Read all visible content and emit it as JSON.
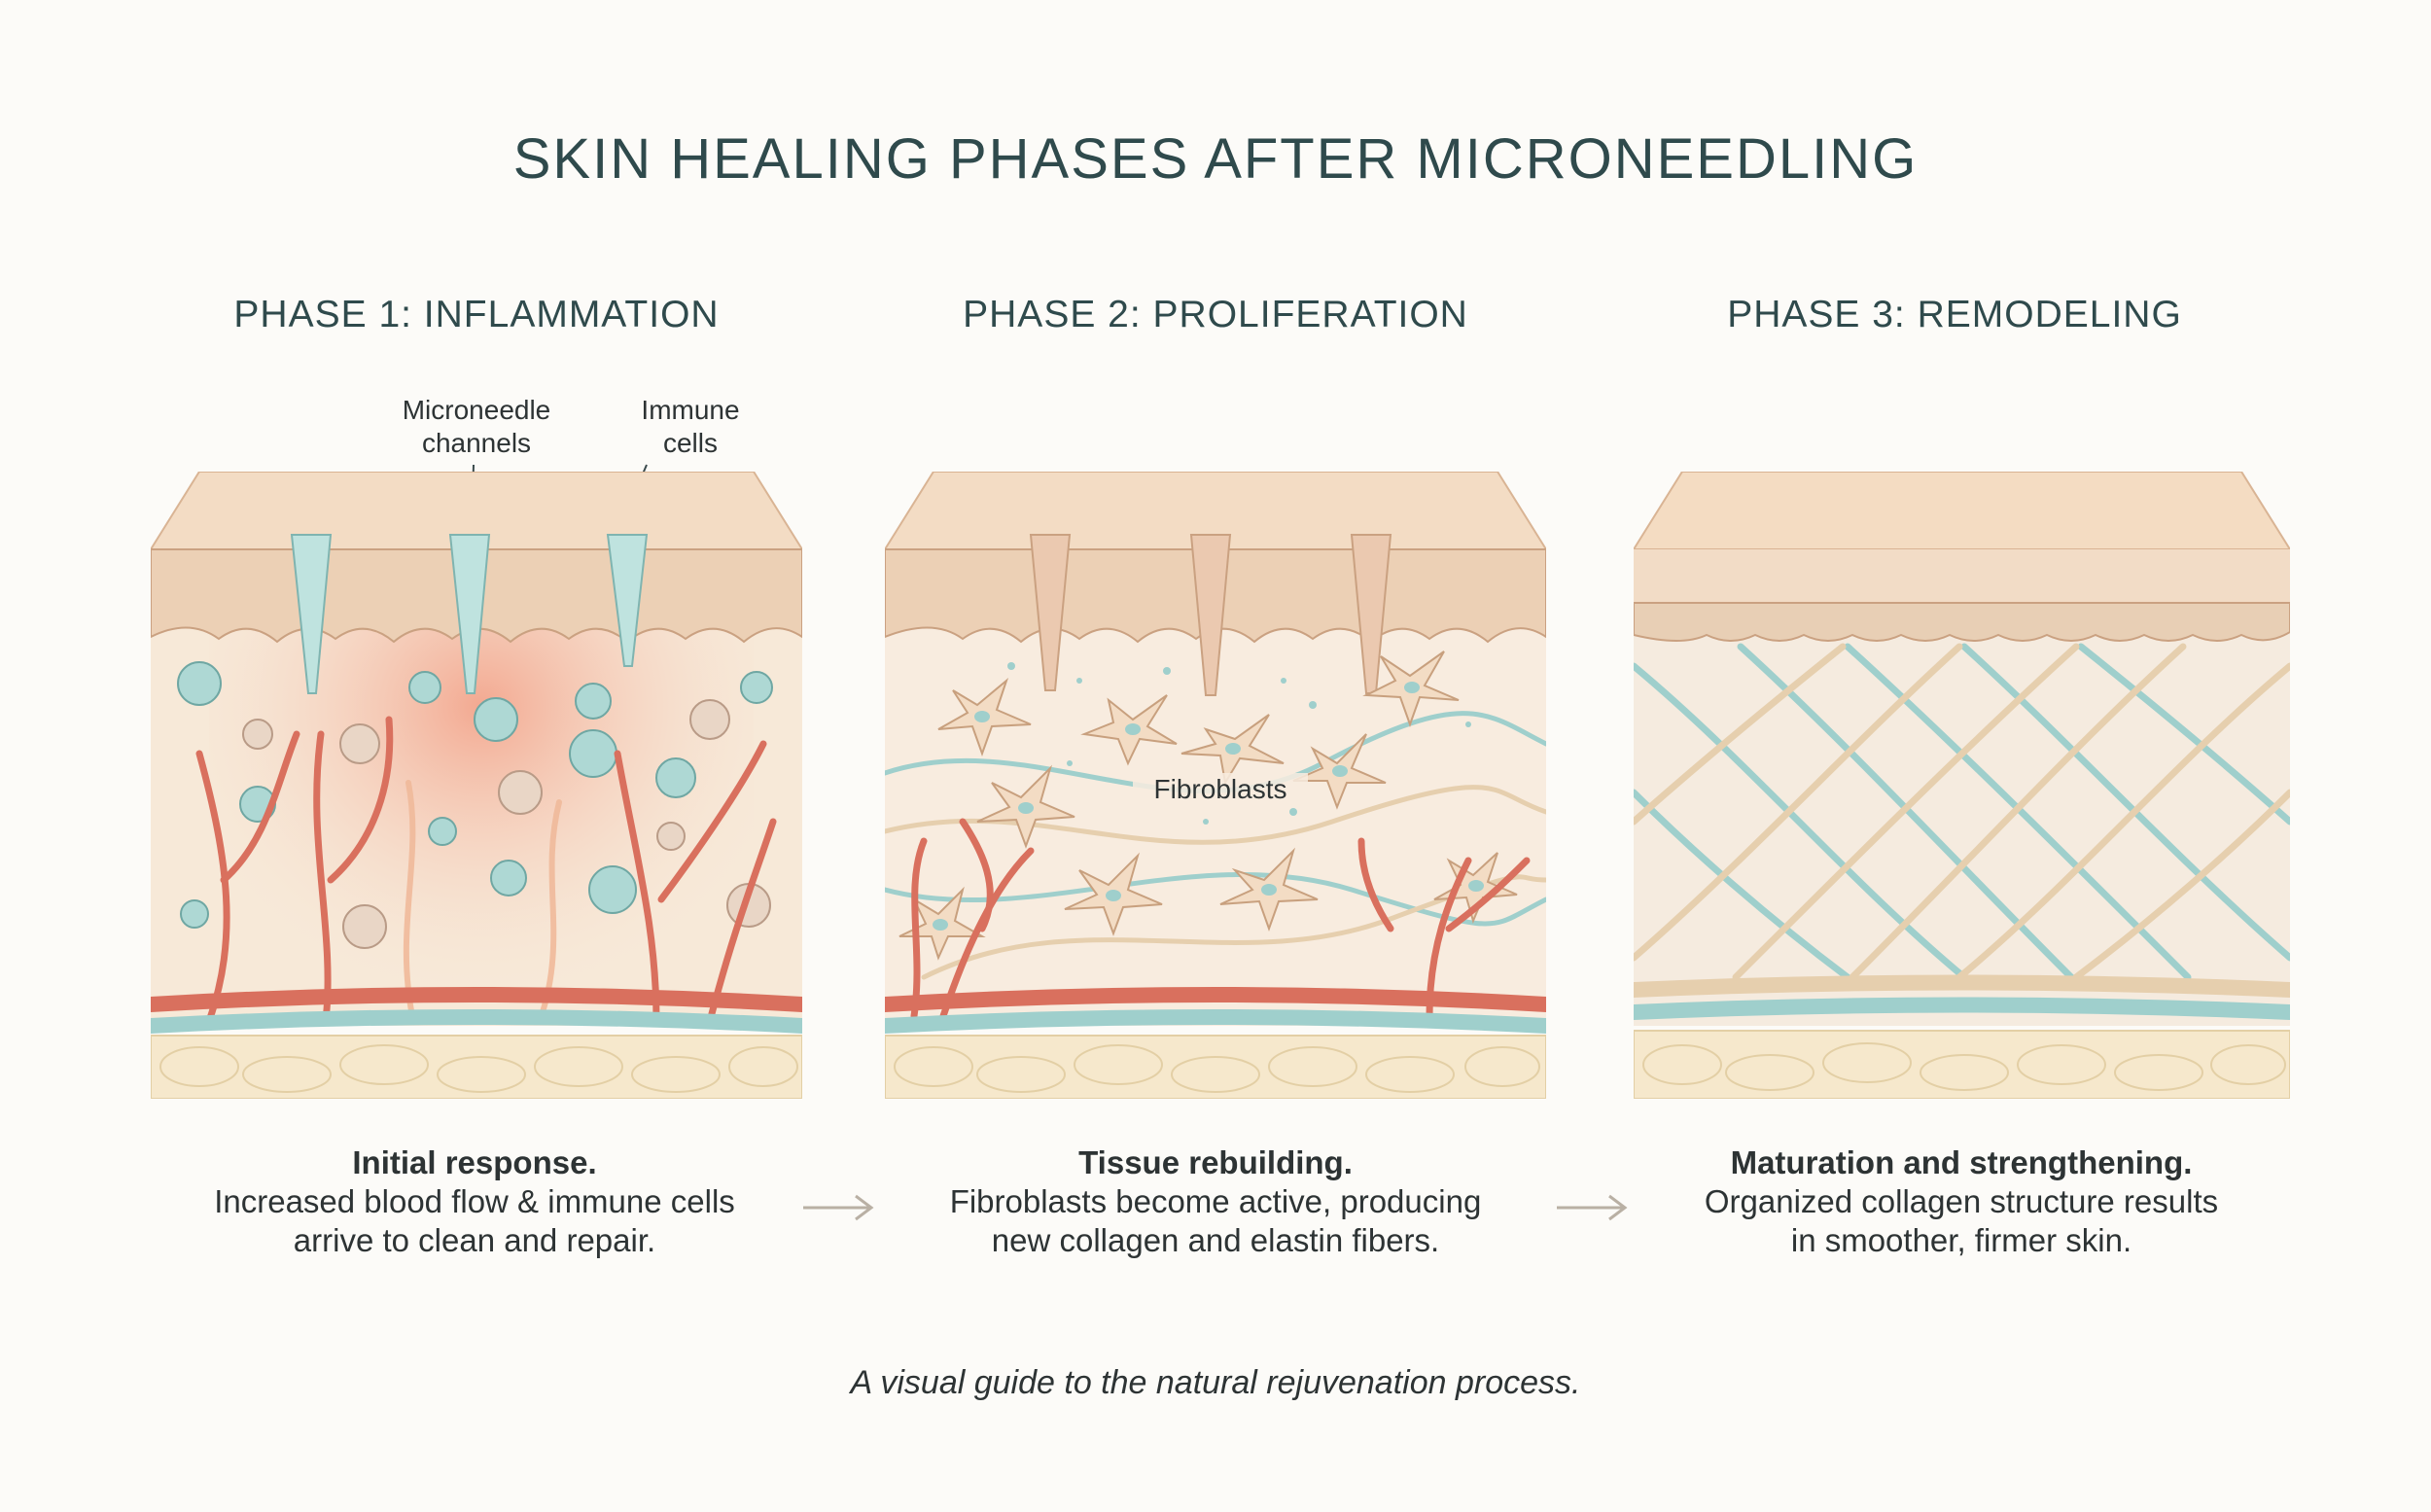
{
  "title": "SKIN HEALING PHASES AFTER MICRONEEDLING",
  "phases": [
    {
      "title": "PHASE 1: INFLAMMATION",
      "caption_lead": "Initial response.",
      "caption_line1": "Increased blood flow & immune cells",
      "caption_line2": "arrive to clean and repair."
    },
    {
      "title": "PHASE 2: PROLIFERATION",
      "caption_lead": "Tissue rebuilding.",
      "caption_line1": "Fibroblasts become active, producing",
      "caption_line2": "new collagen and elastin fibers."
    },
    {
      "title": "PHASE 3: REMODELING",
      "caption_lead": "Maturation and strengthening.",
      "caption_line1": "Organized collagen structure results",
      "caption_line2": "in smoother, firmer skin."
    }
  ],
  "labels": {
    "microneedle_line1": "Microneedle",
    "microneedle_line2": "channels",
    "immune_line1": "Immune",
    "immune_line2": "cells",
    "fibroblasts": "Fibroblasts"
  },
  "footer": "A visual guide to the natural rejuvenation process.",
  "colors": {
    "epidermis": "#f3dcc4",
    "dermis": "#f7eadb",
    "inflamed": "#f2a48c",
    "vessel": "#d9705e",
    "teal": "#9fcfcc",
    "collagen": "#e6cfae",
    "fat": "#f6e8cc"
  }
}
